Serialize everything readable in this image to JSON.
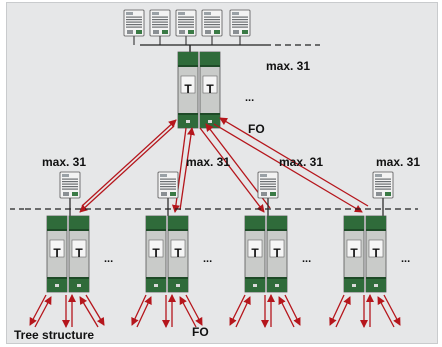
{
  "labels": {
    "top_max": "max. 31",
    "fo_top": "FO",
    "fo_bottom": "FO",
    "tree_structure": "Tree structure",
    "ellipsis": "...",
    "module_letter": "T",
    "branch_max": [
      "max. 31",
      "max. 31",
      "max. 31",
      "max. 31"
    ]
  },
  "colors": {
    "background": "#e6e7e8",
    "module_green": "#2f6b3a",
    "module_grey": "#c9cbc9",
    "arrow_red": "#b5161c",
    "line": "#222222"
  },
  "icons": {
    "device": "plc-device-icon",
    "module": "fiber-optic-module"
  }
}
